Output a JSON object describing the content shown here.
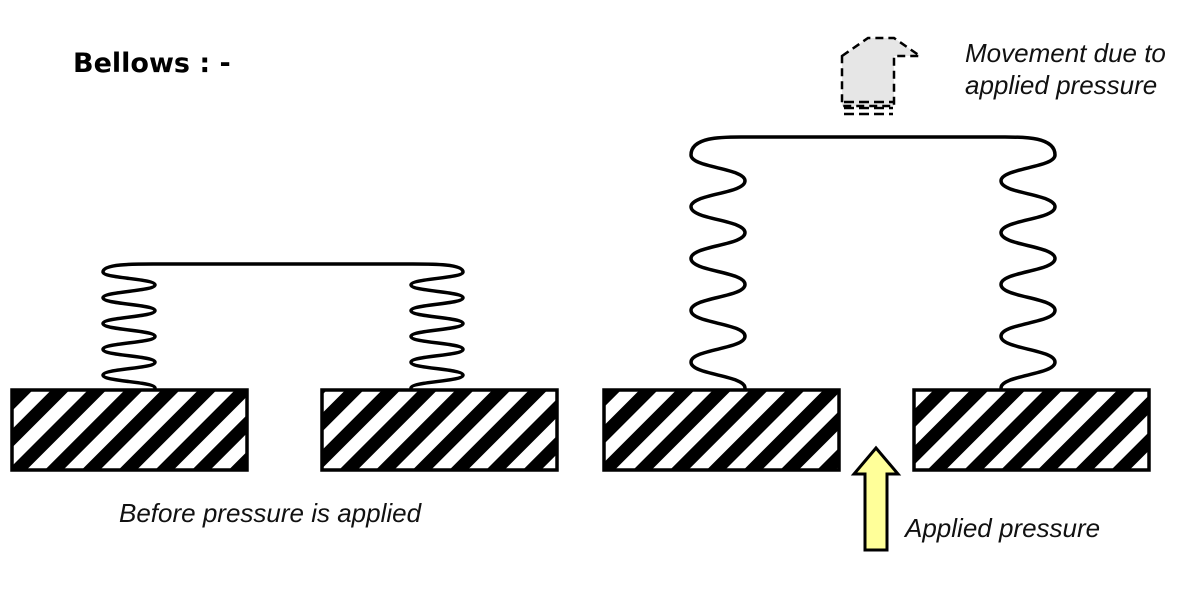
{
  "title": "Bellows : -",
  "labels": {
    "before": "Before pressure is applied",
    "movement_line1": "Movement due to",
    "movement_line2": "applied pressure",
    "applied": "Applied pressure"
  },
  "colors": {
    "applied_arrow_fill": "#FFFF99",
    "movement_arrow_fill": "#E6E6E6",
    "line": "#000000"
  }
}
